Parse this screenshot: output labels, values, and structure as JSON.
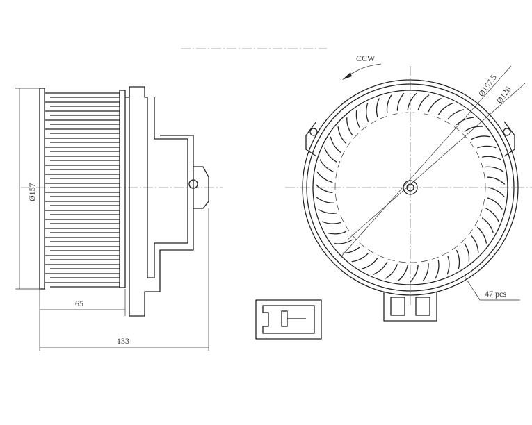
{
  "drawing": {
    "rotation_label": "CCW",
    "outer_diameter_label": "Ø157.5",
    "inner_diameter_label": "Ø126",
    "blade_count_label": "47 pcs",
    "blade_count": 47,
    "side_diameter_label": "Ø157",
    "wheel_width_label": "65",
    "total_length_label": "133"
  }
}
